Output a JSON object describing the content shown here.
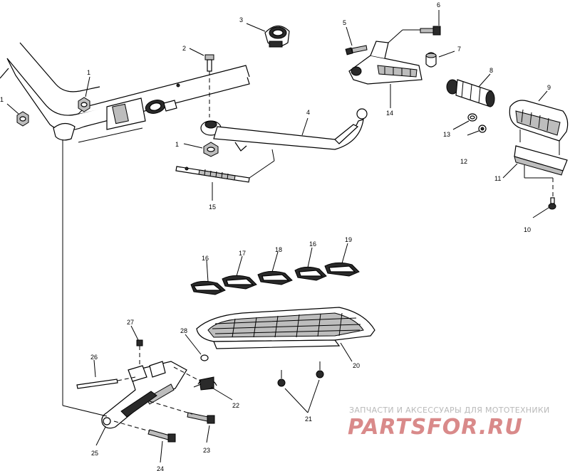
{
  "callouts": [
    "1",
    "1",
    "1",
    "2",
    "3",
    "4",
    "5",
    "6",
    "7",
    "8",
    "9",
    "10",
    "11",
    "12",
    "13",
    "14",
    "15",
    "16",
    "17",
    "18",
    "16",
    "19",
    "20",
    "21",
    "22",
    "23",
    "24",
    "25",
    "26",
    "27",
    "28"
  ],
  "watermark": {
    "line1": "ЗАПЧАСТИ И АКСЕССУАРЫ ДЛЯ МОТОТЕХНИКИ",
    "line2": "PARTSFOR.RU"
  }
}
